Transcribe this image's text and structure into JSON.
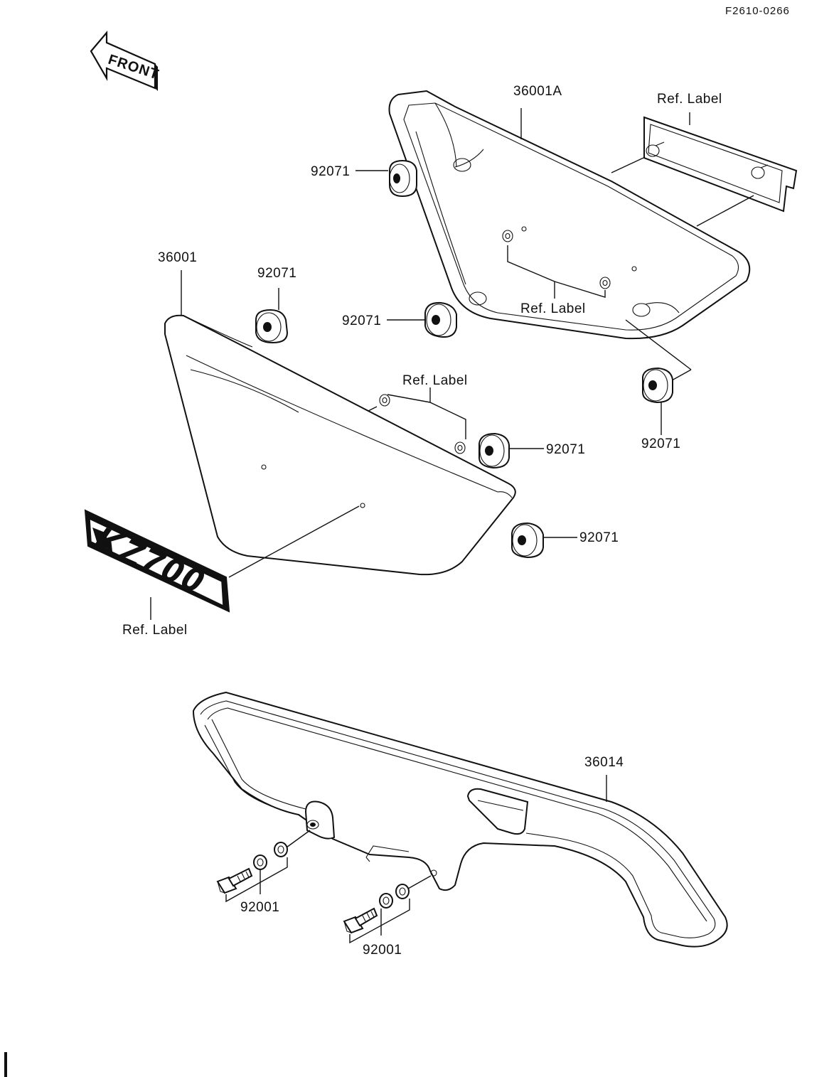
{
  "diagram": {
    "code": "F2610-0266",
    "front_label": "FRONT",
    "emblem_text": "KZ700",
    "labels": {
      "p36001a": "36001A",
      "p36001": "36001",
      "p36014": "36014",
      "ref_label_top": "Ref. Label",
      "ref_label_upper_mid": "Ref. Label",
      "ref_label_mid": "Ref. Label",
      "ref_label_emblem": "Ref. Label",
      "g92071_a": "92071",
      "g92071_b": "92071",
      "g92071_c": "92071",
      "g92071_d": "92071",
      "g92071_e": "92071",
      "g92071_f": "92071",
      "b92001_a": "92001",
      "b92001_b": "92001"
    }
  }
}
